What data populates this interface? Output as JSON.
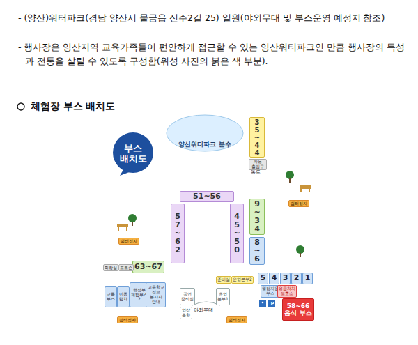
{
  "diagram": {
    "title": "체험장 부스 배치도",
    "nodes": [
      {
        "text": [
          "부스 배치도"
        ]
      },
      {
        "text": [
          "양산워터파크 분수"
        ]
      },
      {
        "text": [
          "35~44"
        ]
      },
      {
        "text": [
          "자동 출입구"
        ]
      },
      {
        "text": [
          "51~56"
        ]
      },
      {
        "text": [
          "9~34"
        ]
      },
      {
        "text": [
          "57~62"
        ]
      },
      {
        "text": [
          "45~50"
        ]
      },
      {
        "text": [
          "8~6"
        ]
      },
      {
        "text": [
          "63~67"
        ]
      },
      {
        "text": [
          "5"
        ]
      },
      {
        "text": [
          "4"
        ]
      },
      {
        "text": [
          "3"
        ]
      },
      {
        "text": [
          "2"
        ]
      },
      {
        "text": [
          "1"
        ]
      },
      {
        "text": [
          "교통 부스"
        ]
      },
      {
        "text": [
          "이동 탑차"
        ]
      },
      {
        "text": [
          "행정부 체험부스 2"
        ]
      },
      {
        "text": [
          "고등학교 정보 봉사자 안내"
        ]
      },
      {
        "text": [
          "준비실"
        ]
      },
      {
        "text": [
          "운영본부2"
        ]
      },
      {
        "text": [
          "행정지원 부스"
        ]
      },
      {
        "text": [
          "응급처치 보호소"
        ]
      },
      {
        "text": [
          "공연 준비실"
        ]
      },
      {
        "text": [
          "영상 음향"
        ]
      },
      {
        "text": [
          "운영 본부1"
        ]
      },
      {
        "text": [
          "58~66",
          "음식 부스"
        ]
      },
      {
        "text": [
          "쉼터정자"
        ]
      },
      {
        "text": [
          "쉼터정자"
        ]
      },
      {
        "text": [
          "쉼터정자"
        ]
      },
      {
        "text": [
          "쉼터정자"
        ]
      },
      {
        "text": [
          "화장실"
        ]
      },
      {
        "text": [
          "포토존"
        ]
      }
    ],
    "labels": [
      "- (양산)워터파크(경남 양산시 물금읍 신주2길 25) 일원(야외무대 및 부스운영 예정지 참조)",
      "- 행사장은 양산지역 교육가족들이 편안하게 접근할 수 있는 양산워터파크인 만큼 행사장의 특성과 전통을 살릴 수 있도록 구성함(위성 사진의 붉은 색 부분).",
      "통로",
      "야외무대",
      "P"
    ]
  }
}
